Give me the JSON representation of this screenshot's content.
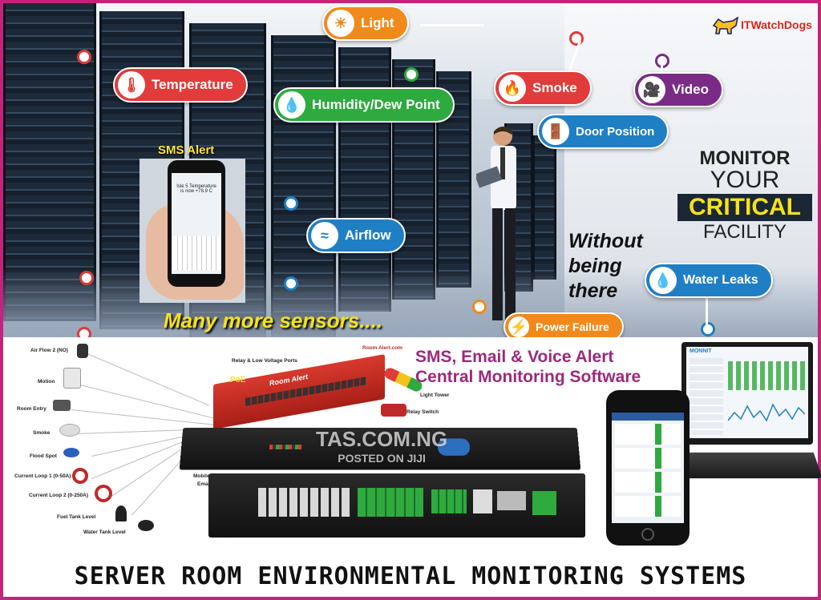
{
  "logo": {
    "text": "ITWatchDogs"
  },
  "sensors_top": {
    "light": "Light",
    "temperature": "Temperature",
    "humidity": "Humidity/Dew Point",
    "smoke": "Smoke",
    "video": "Video",
    "door": "Door Position",
    "airflow": "Airflow",
    "water": "Water Leaks",
    "power": "Power Failure"
  },
  "sms_alert": "SMS Alert",
  "phone_screen": {
    "line1": "Isle 5 Temperature",
    "line2": "is now +78.9 C"
  },
  "many_more": "Many more sensors....",
  "headline": {
    "line1": "MONITOR",
    "line2": "YOUR",
    "line3": "CRITICAL",
    "line4": "FACILITY"
  },
  "without": {
    "line1": "Without",
    "line2": "being",
    "line3": "there"
  },
  "sensors_bottom": [
    "Air Flow 2 (NO)",
    "Motion",
    "Room Entry",
    "Smoke",
    "Flood Spot",
    "Current Loop 1 (0-50A)",
    "Current Loop 2 (0-250A)",
    "Fuel Tank Level",
    "Water Tank Level"
  ],
  "hardware_labels": {
    "relay": "Relay & Low Voltage Ports",
    "poe": "PoE",
    "room_alert": "Room Alert",
    "brand_small": "Room Alert.com",
    "light_tower": "Light Tower",
    "relay_switch": "Relay Switch",
    "mobile": "Mobile",
    "email": "Email"
  },
  "alert_title": {
    "line1": "SMS, Email & Voice Alert",
    "line2": "Central Monitoring Software"
  },
  "watermark": {
    "line1": "TAS.COM.NG",
    "line2": "POSTED ON JIJI"
  },
  "laptop_brand": "MONNIT",
  "footer": "SERVER ROOM ENVIRONMENTAL MONITORING SYSTEMS",
  "colors": {
    "frame": "#c2247a",
    "orange": "#f08a1c",
    "red": "#e23b3b",
    "green": "#2eaa3f",
    "blue": "#1f7fc4",
    "purple": "#7a2b86",
    "yellow": "#f6e21a"
  }
}
